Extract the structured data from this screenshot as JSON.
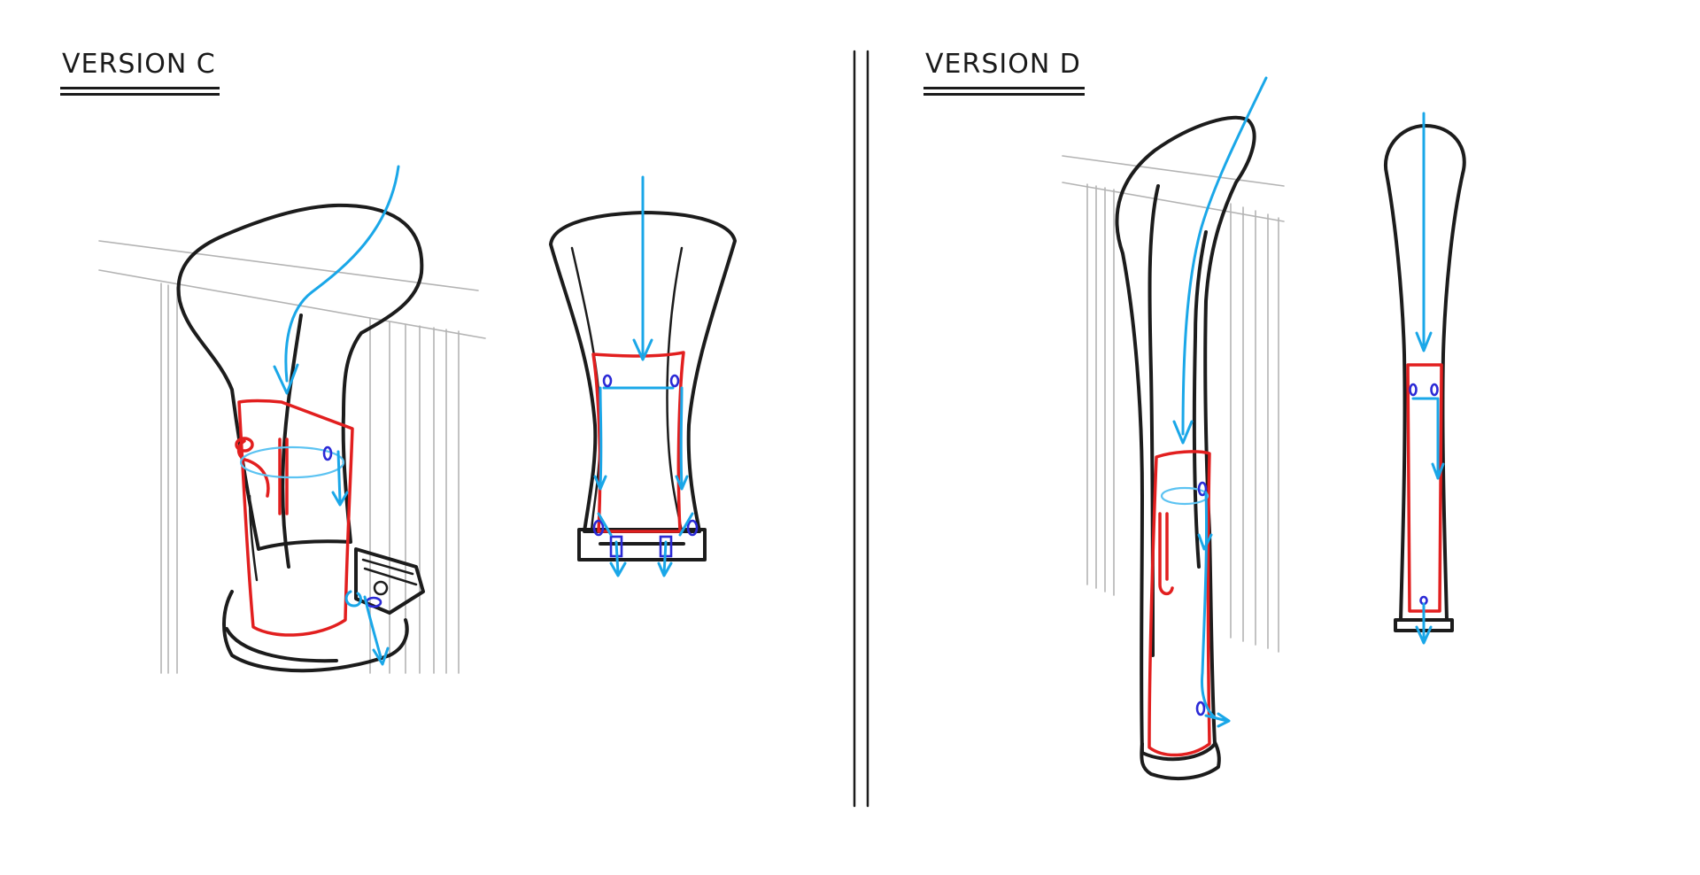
{
  "panels": [
    {
      "id": "c",
      "title": "VERSION C"
    },
    {
      "id": "d",
      "title": "VERSION D"
    }
  ],
  "colors": {
    "outline": "#1c1c1c",
    "inner_reservoir": "#e21f1f",
    "flow_arrow": "#1aa7e8",
    "drain_port": "#2b2ad6",
    "railing": "#b4b4b4"
  }
}
